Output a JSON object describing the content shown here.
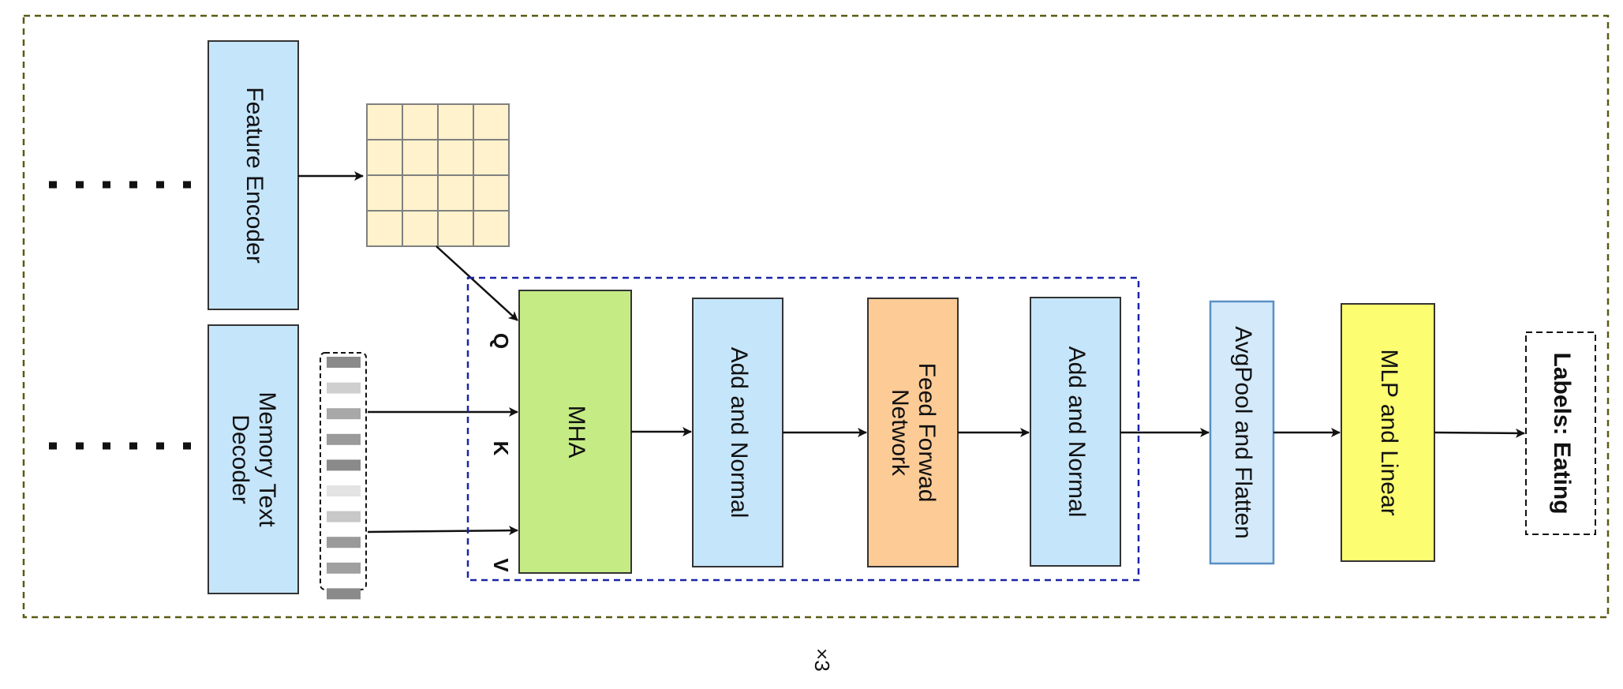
{
  "blocks": {
    "feature_encoder": "Feature Encoder",
    "memory_text_decoder": [
      "Memory Text",
      "Decoder"
    ],
    "mha": "MHA",
    "add_normal_1": "Add and Normal",
    "feed_forward": [
      "Feed Forwad",
      "Network"
    ],
    "add_normal_2": "Add and Normal",
    "avgpool": "AvgPool and Flatten",
    "mlp": "MLP and Linear",
    "output_label": "Labels: Eating"
  },
  "inputs": {
    "q": "Q",
    "k": "K",
    "v": "V"
  },
  "repeat_label": "×3",
  "colors": {
    "light_blue": "#c5e5fb",
    "green": "#c5ec84",
    "orange": "#fdcb96",
    "yellow": "#fdfd72",
    "grid_cell": "#fff2cc",
    "outer_border": "#5a5a12",
    "inner_border": "#1a24a8"
  }
}
